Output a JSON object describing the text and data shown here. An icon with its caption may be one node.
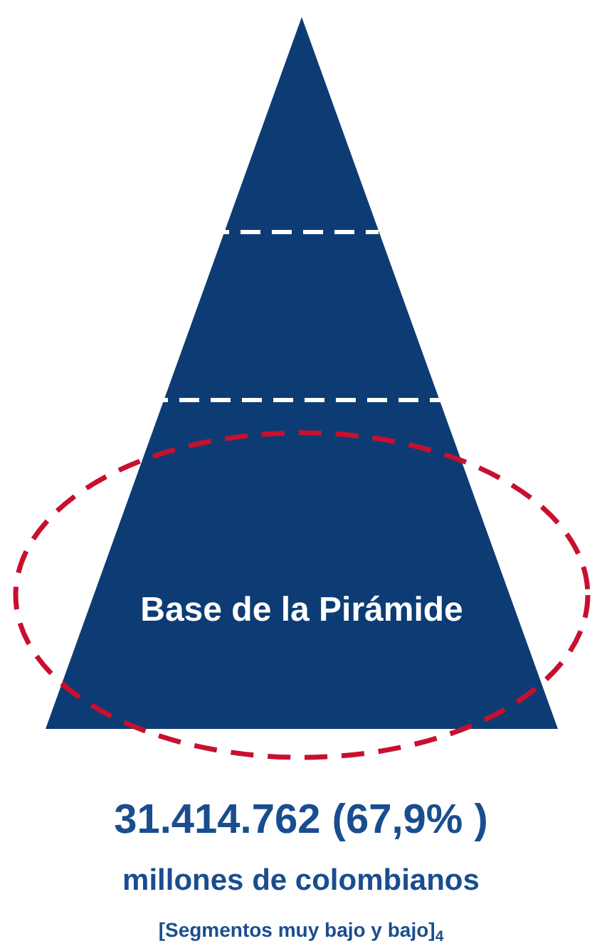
{
  "diagram": {
    "nodes": [
      {
        "text": [
          "Base de la Pirámide"
        ]
      }
    ],
    "labels": [
      "31.414.762 (67,9% )",
      "millones de colombianos",
      "[Segmentos muy bajo y bajo]$_{4}$"
    ]
  }
}
